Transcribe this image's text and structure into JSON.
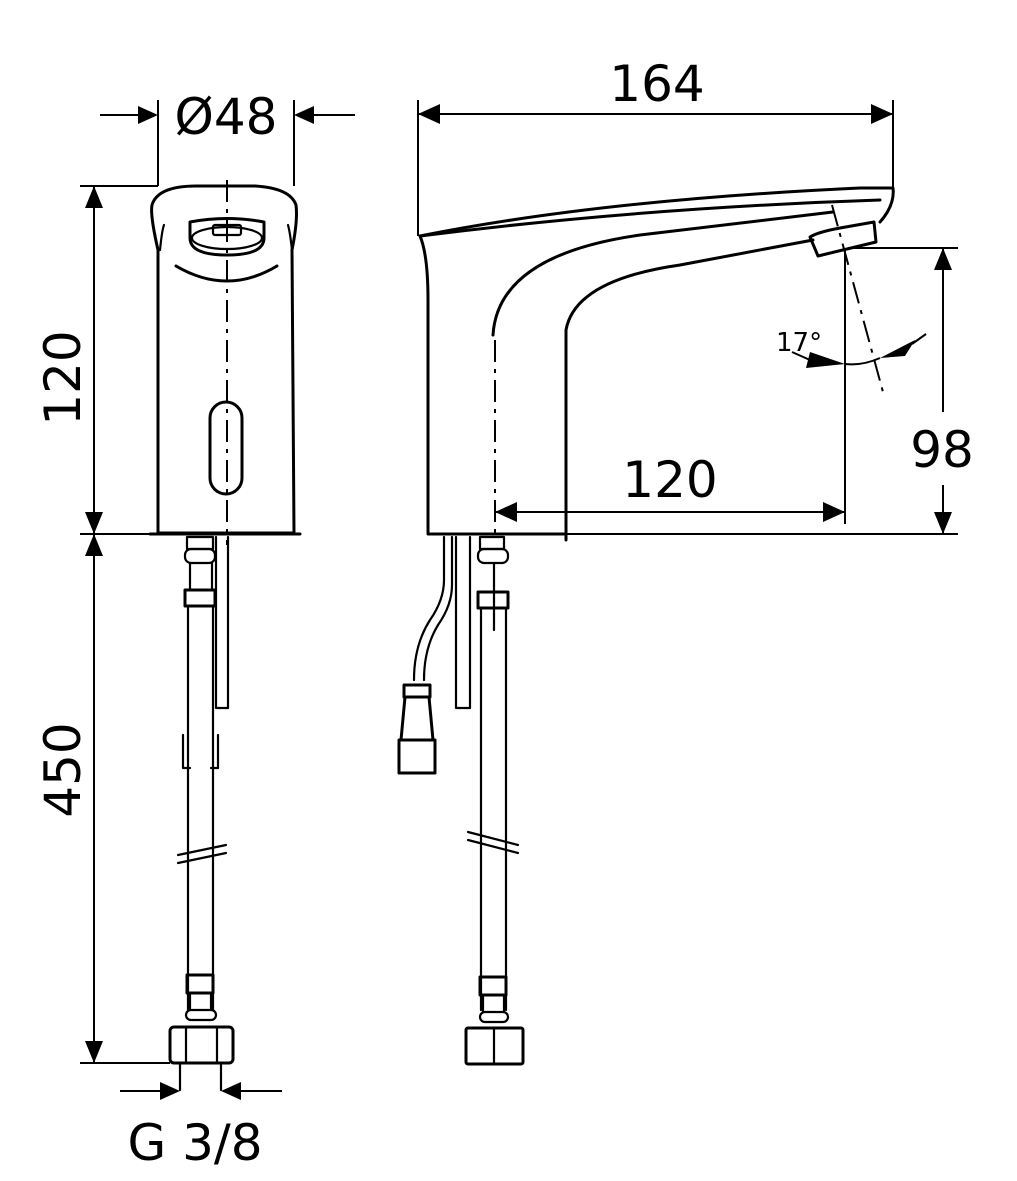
{
  "drawing": {
    "title": "Electronic basin tap - dimensional drawing",
    "colors": {
      "line": "#000000",
      "background": "#ffffff"
    },
    "front_view": {
      "diameter_label": "Ø48",
      "height_label": "120",
      "hose_length_label": "450",
      "connection_label": "G 3/8"
    },
    "side_view": {
      "overall_length_label": "164",
      "spout_reach_label": "120",
      "spout_height_label": "98",
      "spray_angle_label": "17°"
    }
  }
}
